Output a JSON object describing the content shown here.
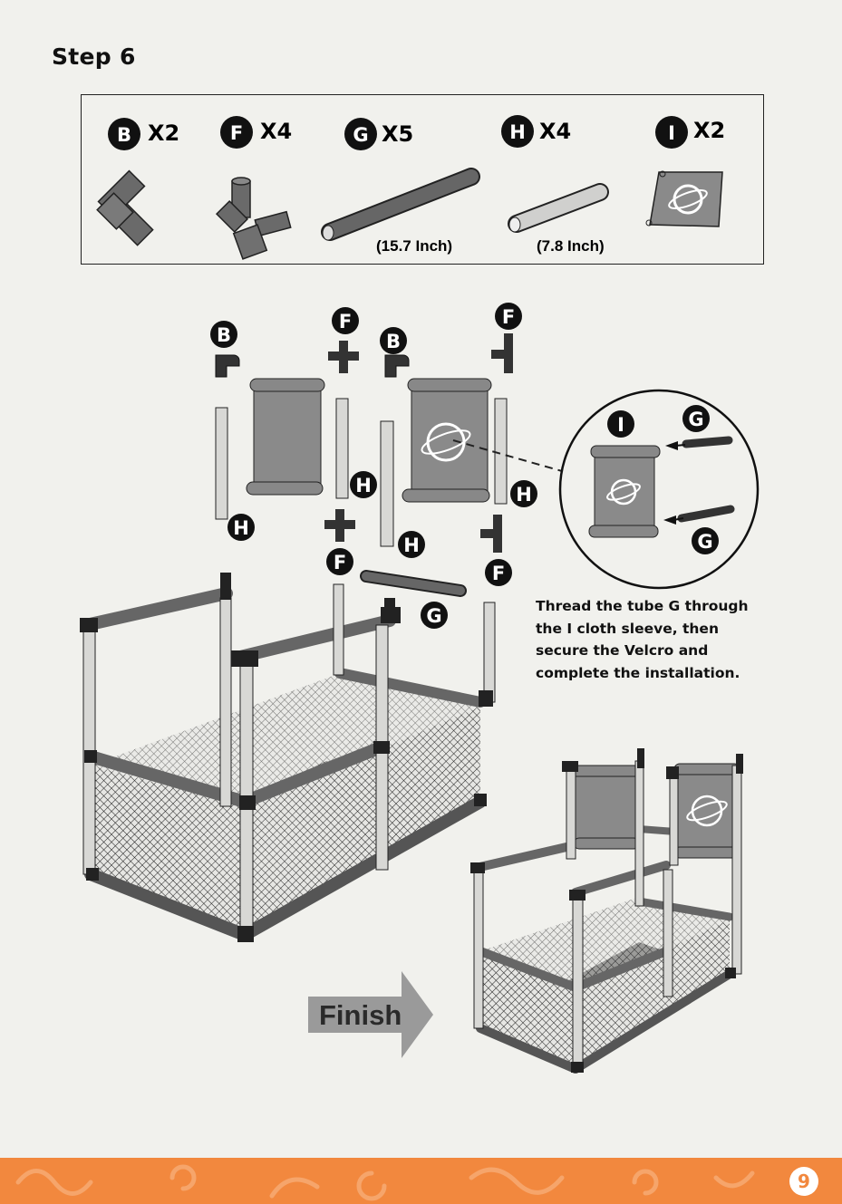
{
  "step_title": "Step 6",
  "parts": [
    {
      "letter": "B",
      "qty": "X2"
    },
    {
      "letter": "F",
      "qty": "X4"
    },
    {
      "letter": "G",
      "qty": "X5",
      "length": "(15.7 Inch)"
    },
    {
      "letter": "H",
      "qty": "X4",
      "length": "(7.8 Inch)"
    },
    {
      "letter": "I",
      "qty": "X2"
    }
  ],
  "diagram_labels": {
    "b1": "B",
    "b2": "B",
    "f1": "F",
    "f2": "F",
    "f3": "F",
    "f4": "F",
    "h1": "H",
    "h2": "H",
    "h3": "H",
    "h4": "H",
    "g1": "G",
    "detail_i": "I",
    "detail_g1": "G",
    "detail_g2": "G"
  },
  "instruction": {
    "part1": "Thread the tube ",
    "tube": "G",
    "part2": " through the ",
    "cloth": "I",
    "part3": " cloth sleeve, then secure the Velcro and complete the installation."
  },
  "finish_label": "Finish",
  "page_number": "9",
  "colors": {
    "footer": "#f2883e",
    "background": "#f1f1ed"
  }
}
